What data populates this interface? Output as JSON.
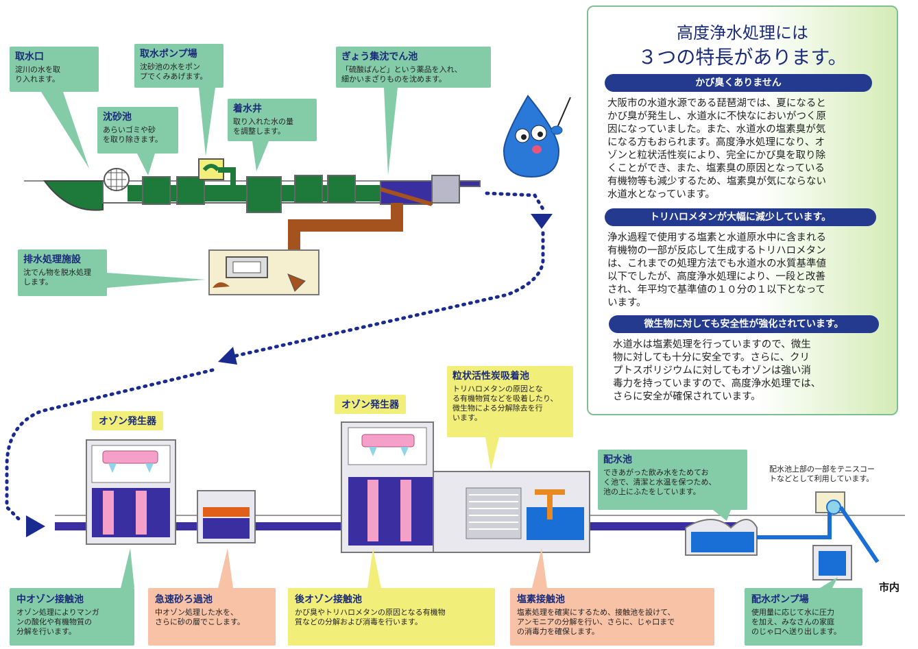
{
  "callouts": {
    "intake": {
      "title": "取水口",
      "text": "淀川の水を取\nり入れます。"
    },
    "grit": {
      "title": "沈砂池",
      "text": "あらいゴミや砂\nを取り除きます。"
    },
    "pump": {
      "title": "取水ポンプ場",
      "text": "沈砂池の水をポン\nプでくみあげます。"
    },
    "receiving": {
      "title": "着水井",
      "text": "取り入れた水の量\nを調整します。"
    },
    "coag": {
      "title": "ぎょう集沈でん池",
      "text": "「硫酸ばんど」という薬品を入れ、\n細かいまざりものを沈めます。"
    },
    "drain": {
      "title": "排水処理施設",
      "text": "沈でん物を脱水処理\nします。"
    },
    "gac": {
      "title": "粒状活性炭吸着池",
      "text": "トリハロメタンの原因とな\nる有機物質などを吸着したり、\n微生物による分解除去を行\nいます。"
    },
    "reservoir": {
      "title": "配水池",
      "text": "できあがった飲み水をためてお\nく池で、清潔と水温を保つため、\n池の上にふたをしています。"
    },
    "mid_ozone": {
      "title": "中オゾン接触池",
      "text": "オゾン処理によりマンガ\nンの酸化や有機物質の\n分解を行います。"
    },
    "sand": {
      "title": "急速砂ろ過池",
      "text": "中オゾン処理した水を、\nさらに砂の層でこします。"
    },
    "post_ozone": {
      "title": "後オゾン接触池",
      "text": "かび臭やトリハロメタンの原因となる有機物\n質などの分解および消毒を行います。"
    },
    "chlorine": {
      "title": "塩素接触池",
      "text": "塩素処理を確実にするため、接触池を設けて、\nアンモニアの分解を行い、さらに、じゃ口まで\nの消毒力を確保します。"
    },
    "dist_pump": {
      "title": "配水ポンプ場",
      "text": "使用量に応じて水に圧力\nを加え、みなさんの家庭\nのじゃ口へ送り出します。"
    }
  },
  "tennis_note": "配水池上部の一部をテニスコー\nトなどとして利用しています。",
  "ozone_gen_1": "オゾン発生器",
  "ozone_gen_2": "オゾン発生器",
  "city_label": "市内",
  "panel": {
    "title_line1": "高度浄水処理には",
    "title_line2": "３つの特長があります。",
    "features": [
      {
        "heading": "かび臭くありません",
        "body": "大阪市の水道水源である琵琶湖では、夏になると\nかび臭が発生し、水道水に不快なにおいがつく原\n因になっていました。また、水道水の塩素臭が気\nになる方もおられます。高度浄水処理になり、オ\nゾンと粒状活性炭により、完全にかび臭を取り除\nくことができ、また、塩素臭の原因となっている\n有機物等も減少するため、塩素臭が気にならない\n水道水となっています。"
      },
      {
        "heading": "トリハロメタンが大幅に減少しています。",
        "body": "浄水過程で使用する塩素と水道原水中に含まれる\n有機物の一部が反応して生成するトリハロメタン\nは、これまでの処理方法でも水道水の水質基準値\n以下でしたが、高度浄水処理により、一段と改善\nされ、年平均で基準値の１０分の１以下となって\nいます。"
      },
      {
        "heading": "微生物に対しても安全性が強化されています。",
        "body": "水道水は塩素処理を行っていますので、微生\n物に対しても十分に安全です。さらに、クリ\nプトスポリジウムに対してもオゾンは強い消\n毒力を持っていますので、高度浄水処理では、\nさらに安全が確保されています。"
      }
    ]
  },
  "colors": {
    "green_water": "#1e7a3a",
    "blue_water": "#3a2fa0",
    "bright_blue": "#1a6fd6",
    "sludge": "#a4521e",
    "navy": "#1a2b7a"
  }
}
